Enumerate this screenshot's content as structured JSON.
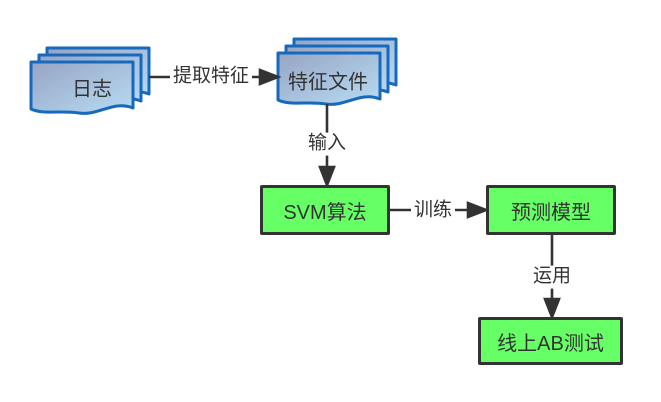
{
  "diagram": {
    "nodes": {
      "logs": {
        "label": "日志",
        "shape": "multi-document"
      },
      "feature_files": {
        "label": "特征文件",
        "shape": "multi-document"
      },
      "svm_algorithm": {
        "label": "SVM算法",
        "shape": "process"
      },
      "prediction_model": {
        "label": "预测模型",
        "shape": "process"
      },
      "online_ab_test": {
        "label": "线上AB测试",
        "shape": "process"
      }
    },
    "edges": [
      {
        "from": "logs",
        "to": "feature_files",
        "label": "提取特征",
        "direction": "right"
      },
      {
        "from": "feature_files",
        "to": "svm_algorithm",
        "label": "输入",
        "direction": "down"
      },
      {
        "from": "svm_algorithm",
        "to": "prediction_model",
        "label": "训练",
        "direction": "right"
      },
      {
        "from": "prediction_model",
        "to": "online_ab_test",
        "label": "运用",
        "direction": "down"
      }
    ],
    "colors": {
      "process_fill": "#66ff66",
      "process_border": "#333333",
      "document_border": "#1769bd",
      "document_gradient_start": "#97a4c3",
      "document_gradient_end": "#b7dcf4",
      "arrow": "#333333",
      "text": "#333333",
      "background": "#ffffff"
    }
  }
}
